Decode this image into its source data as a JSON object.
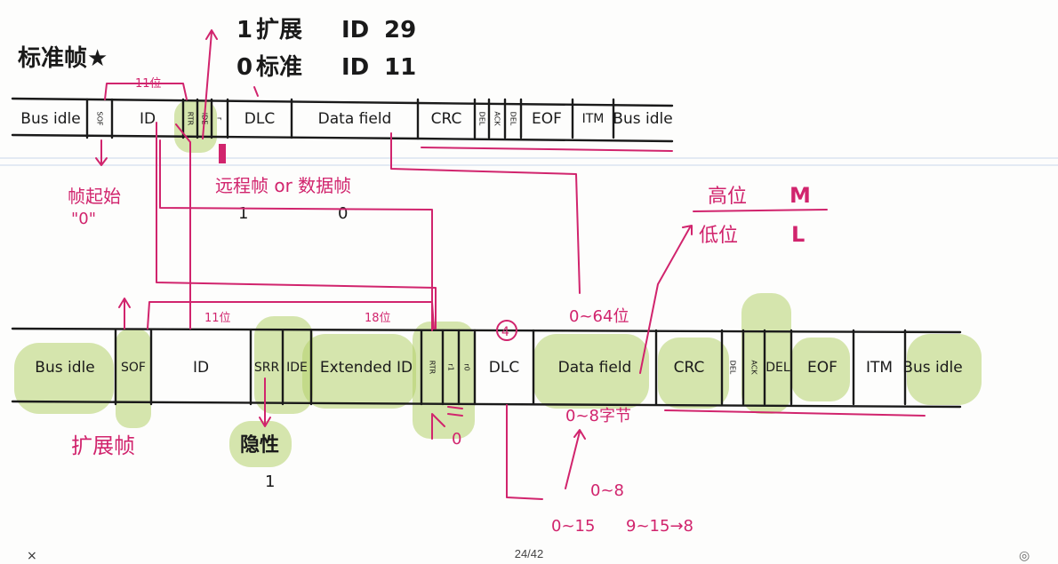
{
  "title": "标准帧★",
  "legend_top": {
    "line1": {
      "bit": "1",
      "label": "扩展",
      "id": "ID",
      "bits": "29"
    },
    "line2": {
      "bit": "0",
      "label": "标准",
      "id": "ID",
      "bits": "11"
    }
  },
  "standard_frame": {
    "fields": [
      "Bus idle",
      "SOF",
      "ID",
      "RTR",
      "IDE",
      "r",
      "DLC",
      "Data field",
      "CRC",
      "DEL",
      "ACK",
      "DEL",
      "EOF",
      "ITM",
      "Bus idle"
    ],
    "id_bits": "11位"
  },
  "notes": {
    "frame_start": "帧起始",
    "frame_start_value": "\"0\"",
    "remote_or_data": "远程帧 or 数据帧",
    "remote_value": "1",
    "data_value": "0",
    "high_bits": "高位",
    "high_m": "M",
    "low_bits": "低位",
    "low_l": "L",
    "data_max_top": "0~64位",
    "data_max_bottom": "0~8字节",
    "dlc_range": "0~8",
    "dlc_range2": "0~15",
    "dlc_range3": "9~15→8",
    "extended_frame": "扩展帧",
    "recessive": "隐性",
    "recessive_value": "1",
    "rtr_value": "0",
    "dlc_circle": "4"
  },
  "extended_frame": {
    "fields": [
      "Bus idle",
      "SOF",
      "ID",
      "SRR",
      "IDE",
      "Extended ID",
      "RTR",
      "r1",
      "r0",
      "DLC",
      "Data field",
      "CRC",
      "DEL",
      "ACK",
      "DEL",
      "EOF",
      "ITM",
      "Bus idle"
    ],
    "id_bits": "11位",
    "ext_id_bits": "18位"
  },
  "page": {
    "current": "24/42",
    "left_icon": "×",
    "right_icon": "◎"
  },
  "colors": {
    "ink": "#1a1a1a",
    "accent": "#d1246d",
    "highlight": "#b5d16b"
  }
}
